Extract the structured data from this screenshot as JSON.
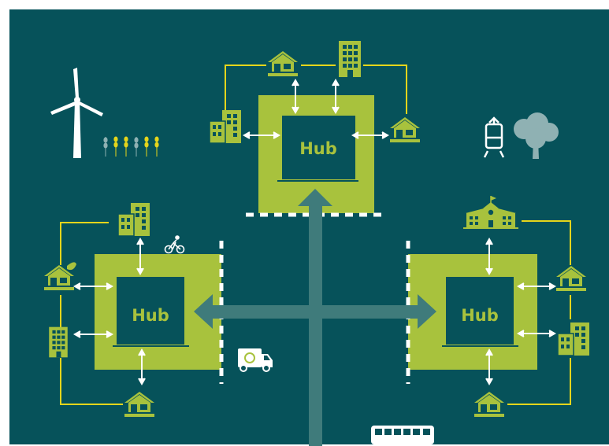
{
  "colors": {
    "background": "#06525a",
    "hub_zone": "#a8c23d",
    "hub_inner": "#06525a",
    "icon_green": "#a8c23d",
    "link_yellow": "#e5d51b",
    "road_teal": "#3f7b7b",
    "white": "#ffffff",
    "tree_gray": "#8fb1b3"
  },
  "hubs": [
    {
      "id": "top",
      "label": "Hub"
    },
    {
      "id": "left",
      "label": "Hub"
    },
    {
      "id": "right",
      "label": "Hub"
    }
  ],
  "icons": {
    "top": [
      "house-icon",
      "office-building-icon",
      "apartment-icon",
      "house-icon"
    ],
    "left": [
      "apartment-icon",
      "eco-house-icon",
      "office-building-icon",
      "house-icon",
      "bicycle-icon"
    ],
    "right": [
      "school-icon",
      "house-icon",
      "apartment-icon",
      "house-icon"
    ],
    "transport": [
      "delivery-truck-icon",
      "bus-icon",
      "tram-icon"
    ],
    "landscape": [
      "wind-turbine-icon",
      "wheat-icon",
      "tree-icon"
    ]
  }
}
